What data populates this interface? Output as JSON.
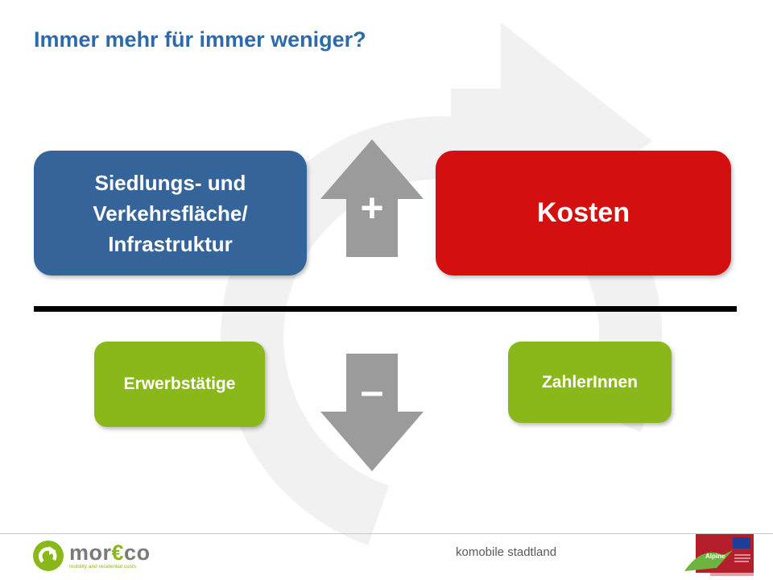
{
  "slide": {
    "title": "Immer mehr für immer weniger?"
  },
  "boxes": {
    "infrastructure": "Siedlungs- und Verkehrsfläche/ Infrastruktur",
    "costs": "Kosten",
    "employed": "Erwerbstätige",
    "payers": "ZahlerInnen"
  },
  "arrows": {
    "up_sign": "+",
    "down_sign": "–"
  },
  "footer": {
    "logo_prefix": "mor",
    "logo_accent": "€",
    "logo_suffix": "co",
    "logo_tagline": "mobility and residential costs",
    "center_text": "komobile stadtland",
    "badge_text": "Alpine"
  },
  "colors": {
    "title": "#2f6aa8",
    "infrastructure_box": "#34649a",
    "costs_box": "#d30f0f",
    "green_box": "#8ab81b",
    "arrow": "#9b9b9b",
    "background_mark": "#f1f1f1"
  },
  "icons": {
    "background": "circular-arrow-icon",
    "logo": "moreco-logo-icon",
    "badge": "alpine-space-badge-icon"
  }
}
